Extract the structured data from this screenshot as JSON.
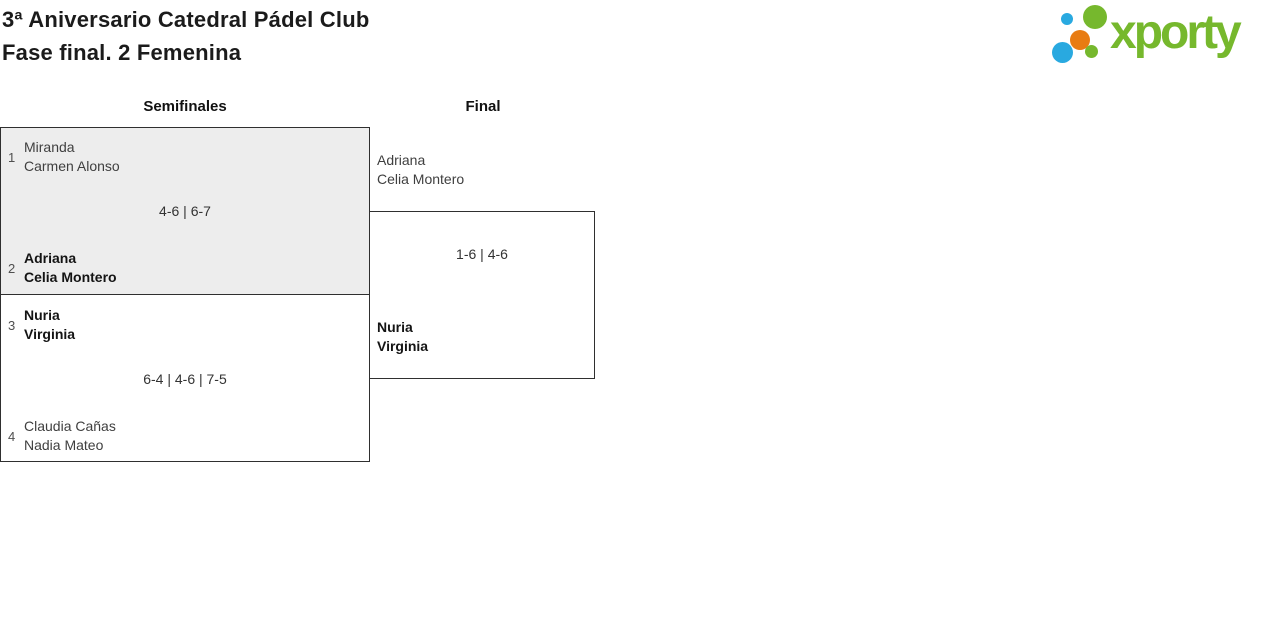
{
  "header": {
    "title_line1": "3ª Aniversario Catedral Pádel Club",
    "title_line2": "Fase final. 2 Femenina"
  },
  "logo": {
    "wordmark": "xporty",
    "colors": {
      "green": "#76b82d",
      "blue": "#29a9e0",
      "orange": "#e87c12"
    }
  },
  "bracket": {
    "round_labels": [
      "Semifinales",
      "Final"
    ],
    "matches": [
      {
        "score": "4-6 | 6-7",
        "teams": [
          {
            "seed": "1",
            "players": [
              "Miranda",
              "Carmen Alonso"
            ],
            "winner": false
          },
          {
            "seed": "2",
            "players": [
              "Adriana",
              "Celia Montero"
            ],
            "winner": true
          }
        ]
      },
      {
        "score": "6-4 | 4-6 | 7-5",
        "teams": [
          {
            "seed": "3",
            "players": [
              "Nuria",
              "Virginia"
            ],
            "winner": true
          },
          {
            "seed": "4",
            "players": [
              "Claudia Cañas",
              "Nadia Mateo"
            ],
            "winner": false
          }
        ]
      },
      {
        "score": "1-6 | 4-6",
        "teams": [
          {
            "players": [
              "Adriana",
              "Celia Montero"
            ],
            "winner": false
          },
          {
            "players": [
              "Nuria",
              "Virginia"
            ],
            "winner": true
          }
        ]
      }
    ]
  }
}
